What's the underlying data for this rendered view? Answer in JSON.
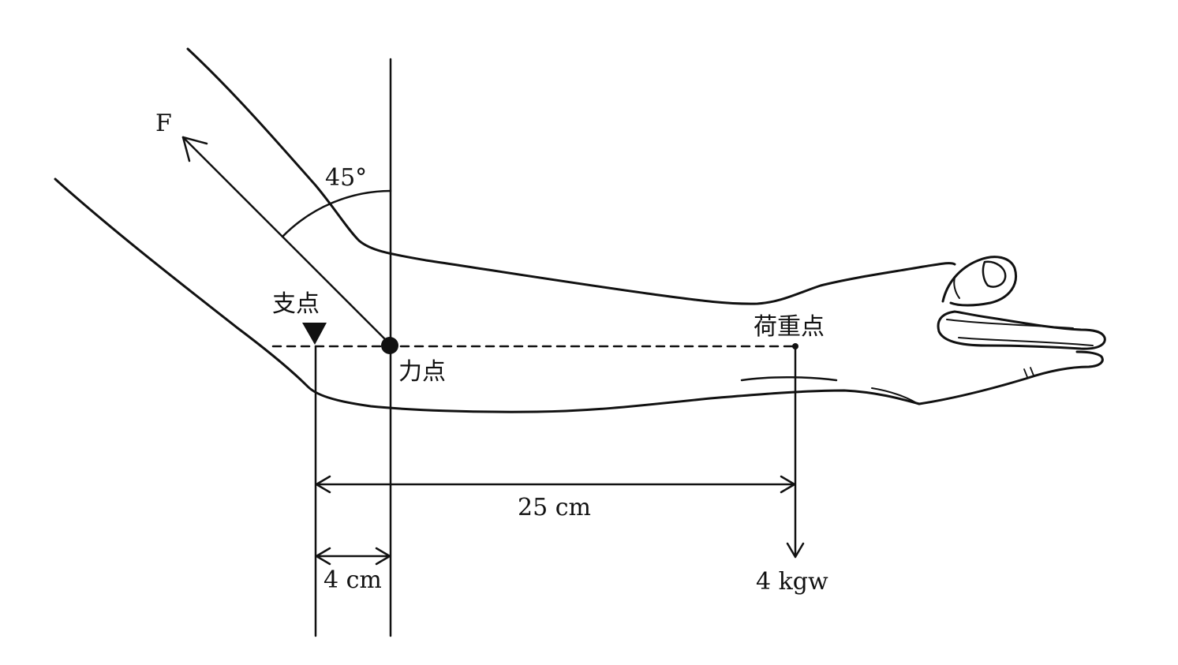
{
  "labels": {
    "force": "F",
    "angle": "45°",
    "fulcrum": "支点",
    "effort_point": "力点",
    "load_point": "荷重点",
    "long_distance": "25 cm",
    "short_distance": "4 cm",
    "load_weight": "4 kgw"
  },
  "colors": {
    "ink": "#111111",
    "background": "#ffffff"
  }
}
